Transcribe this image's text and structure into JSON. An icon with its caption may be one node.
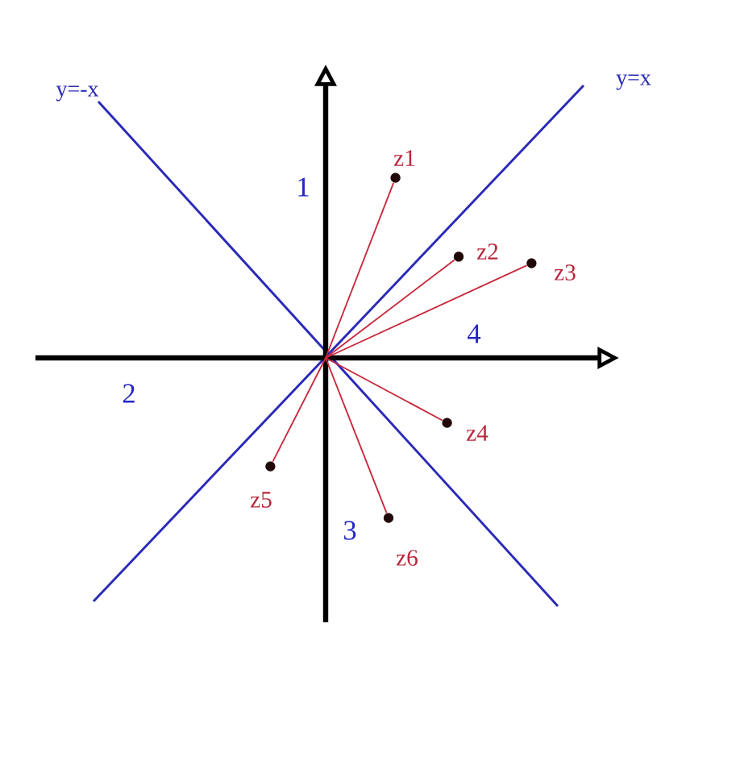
{
  "diagram": {
    "nodes": [
      {
        "text": [],
        "shape": "circle",
        "beside": [
          "z1"
        ]
      },
      {
        "text": [],
        "shape": "circle",
        "beside": [
          "z2"
        ]
      },
      {
        "text": [],
        "shape": "circle",
        "beside": [
          "z3"
        ]
      },
      {
        "text": [],
        "shape": "circle",
        "beside": [
          "z4"
        ]
      },
      {
        "text": [],
        "shape": "circle",
        "beside": [
          "z5"
        ]
      },
      {
        "text": [],
        "shape": "circle",
        "beside": [
          "z6"
        ]
      }
    ],
    "edges": [
      {
        "from": null,
        "to": 0,
        "arrow": "none"
      },
      {
        "from": null,
        "to": 1,
        "arrow": "none"
      },
      {
        "from": null,
        "to": 2,
        "arrow": "none"
      },
      {
        "from": null,
        "to": 3,
        "arrow": "none"
      },
      {
        "from": null,
        "to": 4,
        "arrow": "none"
      },
      {
        "from": null,
        "to": 5,
        "arrow": "none"
      }
    ],
    "labels": [
      "y=-x",
      "y=x",
      "1",
      "4",
      "2",
      "3"
    ]
  }
}
